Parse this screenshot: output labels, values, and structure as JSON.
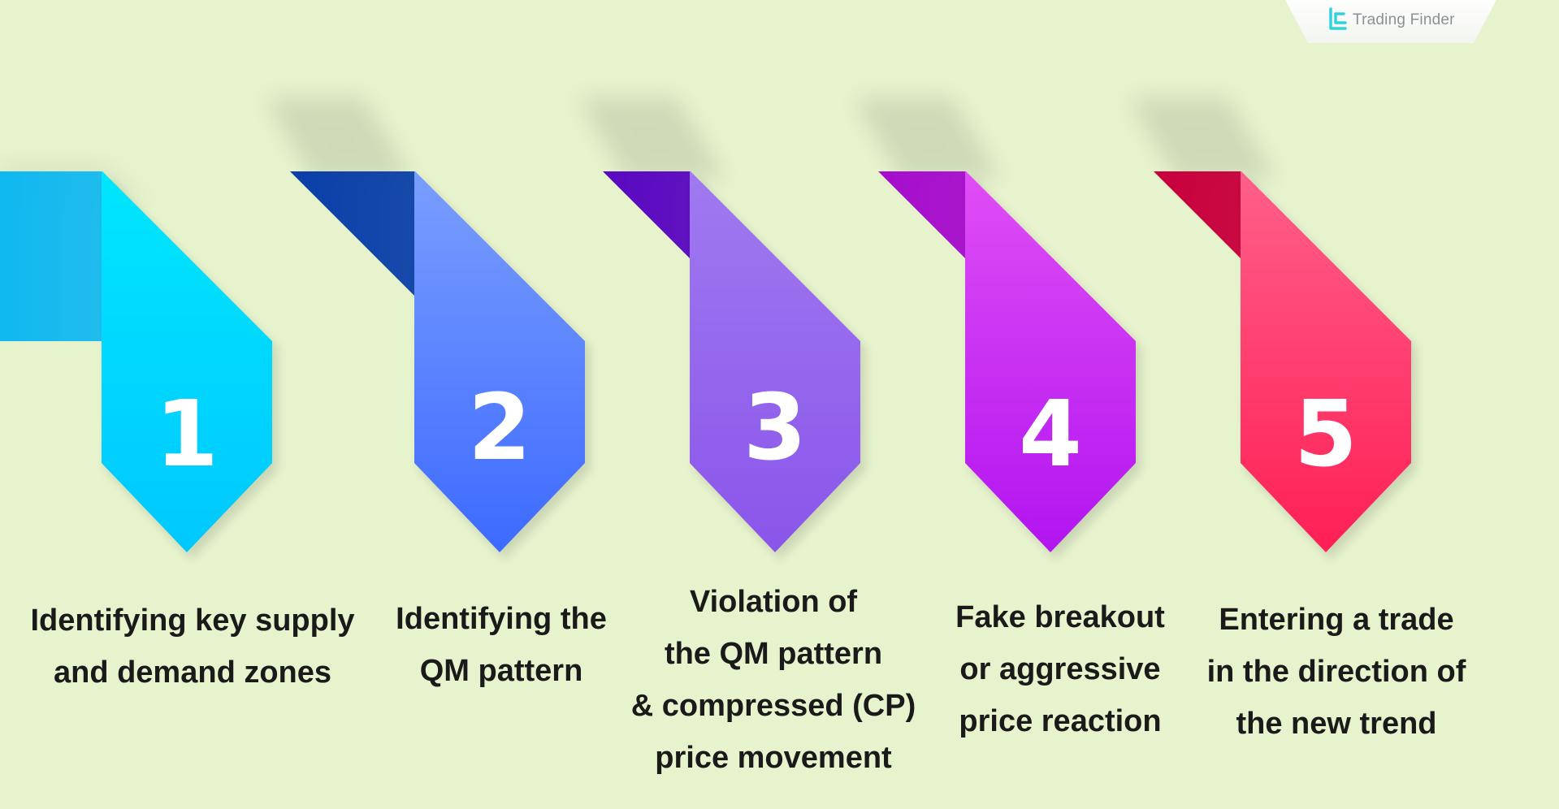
{
  "brand": {
    "name": "Trading Finder",
    "icon": "trading-finder-logo-icon"
  },
  "steps": [
    {
      "number": "1",
      "lines": [
        "Identifying key supply",
        "and demand zones"
      ],
      "colors": {
        "ribbon": "#0fb8f0",
        "tab_top": "#00e6ff",
        "tab_bottom": "#00c8ff"
      }
    },
    {
      "number": "2",
      "lines": [
        "Identifying the",
        "QM pattern"
      ],
      "colors": {
        "ribbon": "#0a3fa8",
        "tab_top": "#7a9eff",
        "tab_bottom": "#3d6aff"
      }
    },
    {
      "number": "3",
      "lines": [
        "Violation of",
        "the QM pattern",
        "& compressed (CP)",
        "price movement"
      ],
      "colors": {
        "ribbon": "#5a08c0",
        "tab_top": "#a07af0",
        "tab_bottom": "#8a55ea"
      }
    },
    {
      "number": "4",
      "lines": [
        "Fake breakout",
        "or aggressive",
        "price reaction"
      ],
      "colors": {
        "ribbon": "#a60dcc",
        "tab_top": "#e04ef5",
        "tab_bottom": "#b214f0"
      }
    },
    {
      "number": "5",
      "lines": [
        "Entering a trade",
        "in the direction of",
        "the new trend"
      ],
      "colors": {
        "ribbon": "#c8003c",
        "tab_top": "#ff5f8a",
        "tab_bottom": "#ff1f55"
      }
    }
  ]
}
